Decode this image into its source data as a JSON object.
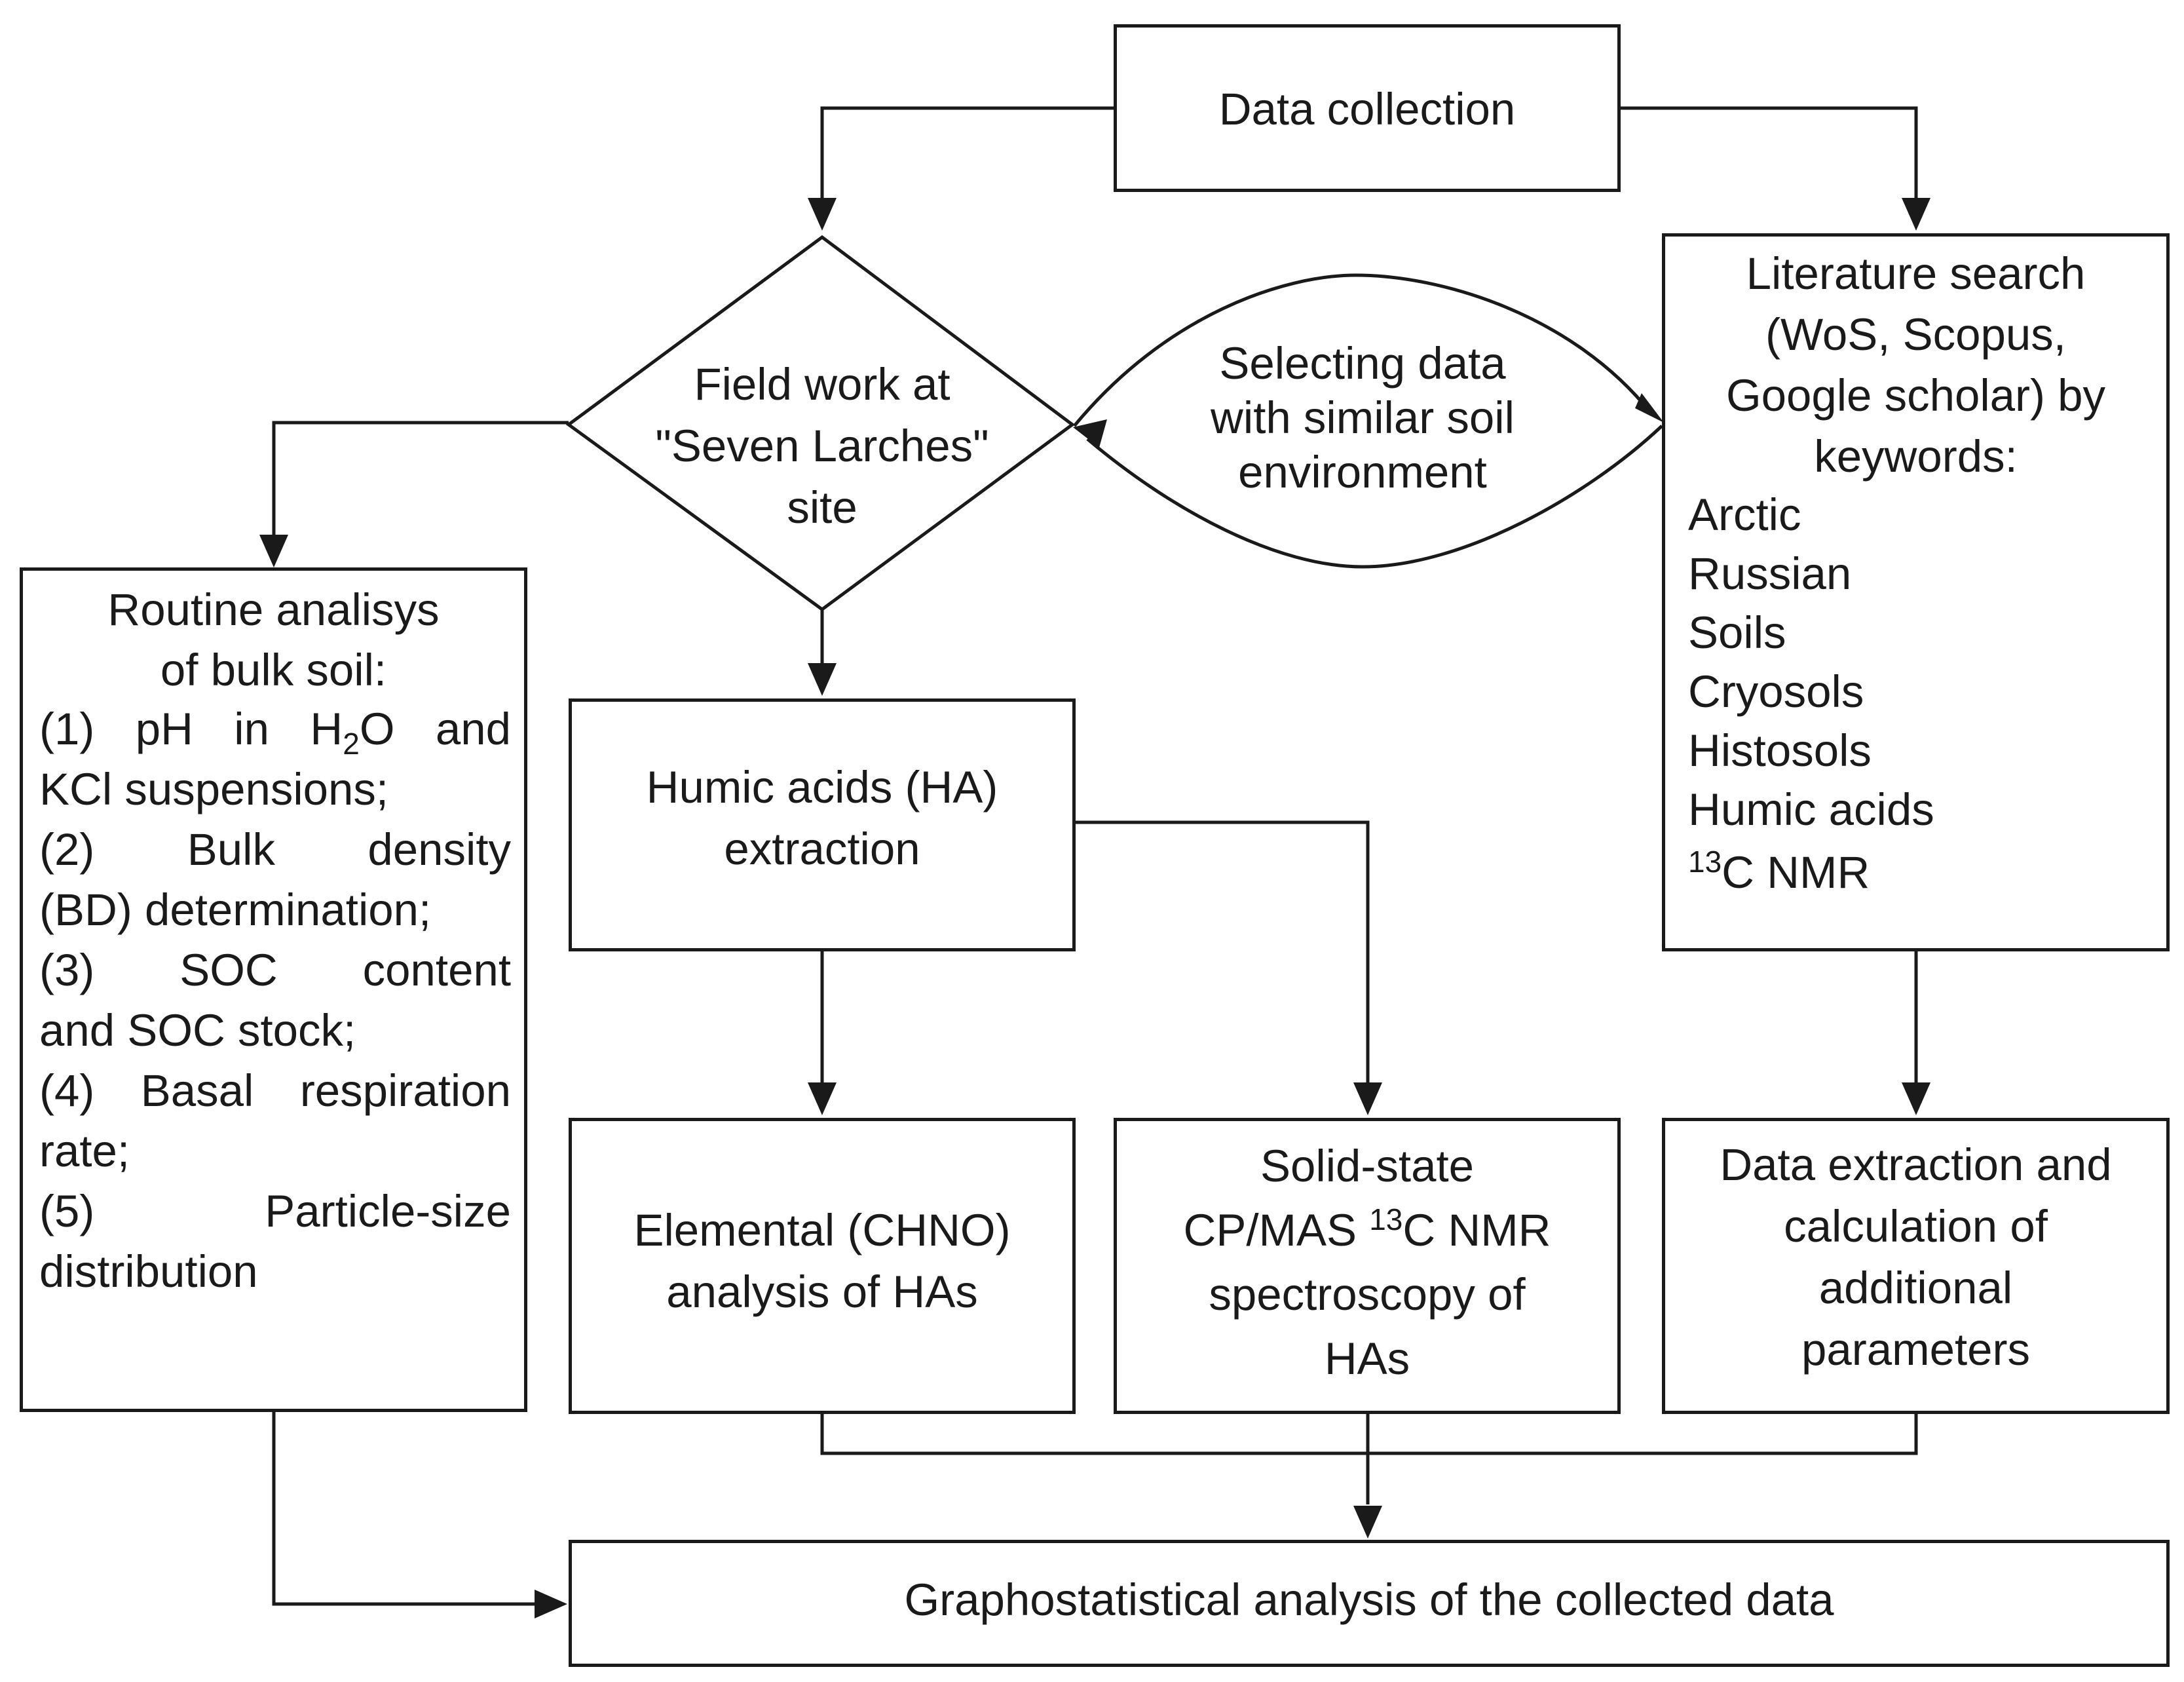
{
  "diagram": {
    "data_collection": "Data collection",
    "field_work": [
      "Field work at",
      "\"Seven Larches\"",
      "site"
    ],
    "selecting": [
      "Selecting data",
      "with similar soil",
      "environment"
    ],
    "literature": {
      "heading": [
        "Literature search",
        "(WoS, Scopus,",
        "Google scholar) by",
        "keywords:"
      ],
      "keywords": [
        "Arctic",
        "Russian",
        "Soils",
        "Cryosols",
        "Histosols",
        "Humic acids"
      ],
      "nmr_sup": "13",
      "nmr_rest": "C NMR"
    },
    "routine": {
      "heading": [
        "Routine analisys",
        "of bulk soil:"
      ],
      "item1_a": "(1) pH in H",
      "item1_sub": "2",
      "item1_b": "O and",
      "lines": [
        "KCl suspensions;",
        "(2) Bulk density",
        "(BD) determination;",
        "(3) SOC content",
        "and SOC stock;",
        "(4) Basal respiration",
        "rate;",
        "(5) Particle-size",
        "distribution"
      ]
    },
    "humic": [
      "Humic acids (HA)",
      "extraction"
    ],
    "elemental": [
      "Elemental (CHNO)",
      "analysis of HAs"
    ],
    "nmr": {
      "line1": "Solid-state",
      "line2_a": "CP/MAS ",
      "line2_sup": "13",
      "line2_b": "C NMR",
      "line3": "spectroscopy of",
      "line4": "HAs"
    },
    "extraction": [
      "Data extraction and",
      "calculation of",
      "additional",
      "parameters"
    ],
    "grapho": "Graphostatistical analysis of the collected data"
  }
}
